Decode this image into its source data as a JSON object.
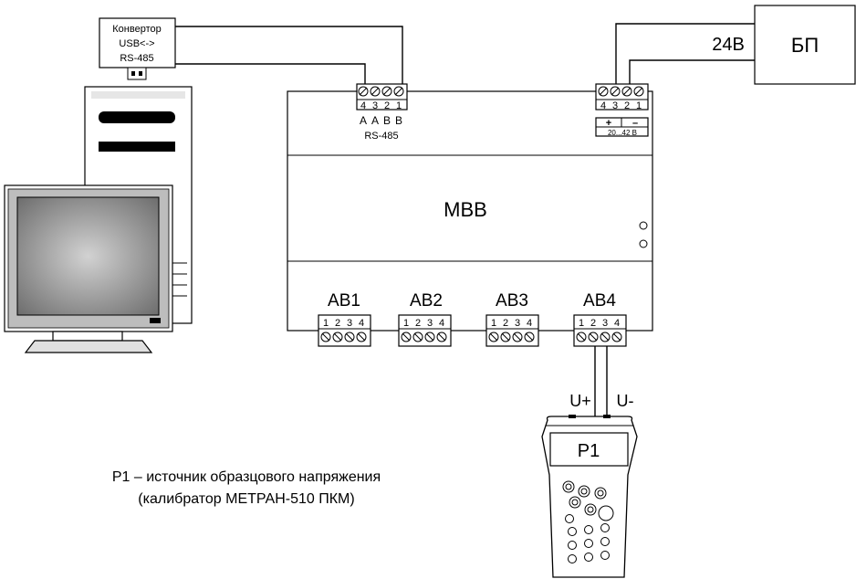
{
  "converter": {
    "line1": "Конвертор",
    "line2": "USB<->",
    "line3": "RS-485"
  },
  "power_supply": {
    "label": "БП",
    "voltage": "24В"
  },
  "module": {
    "label": "МВВ"
  },
  "rs485_block": {
    "pins": [
      "4",
      "3",
      "2",
      "1"
    ],
    "pin_labels": [
      "A",
      "A",
      "B",
      "B"
    ],
    "label": "RS-485"
  },
  "power_block": {
    "pins": [
      "4",
      "3",
      "2",
      "1"
    ],
    "plus": "+",
    "minus": "–",
    "range": "20...42 В"
  },
  "inputs": [
    {
      "label": "АВ1",
      "pins": [
        "1",
        "2",
        "3",
        "4"
      ]
    },
    {
      "label": "АВ2",
      "pins": [
        "1",
        "2",
        "3",
        "4"
      ]
    },
    {
      "label": "АВ3",
      "pins": [
        "1",
        "2",
        "3",
        "4"
      ]
    },
    {
      "label": "АВ4",
      "pins": [
        "1",
        "2",
        "3",
        "4"
      ]
    }
  ],
  "wire_labels": {
    "u_plus": "U+",
    "u_minus": "U-"
  },
  "calibrator": {
    "label": "P1"
  },
  "legend": {
    "line1": "Р1 – источник образцового напряжения",
    "line2": "(калибратор МЕТРАН-510 ПКМ)"
  }
}
